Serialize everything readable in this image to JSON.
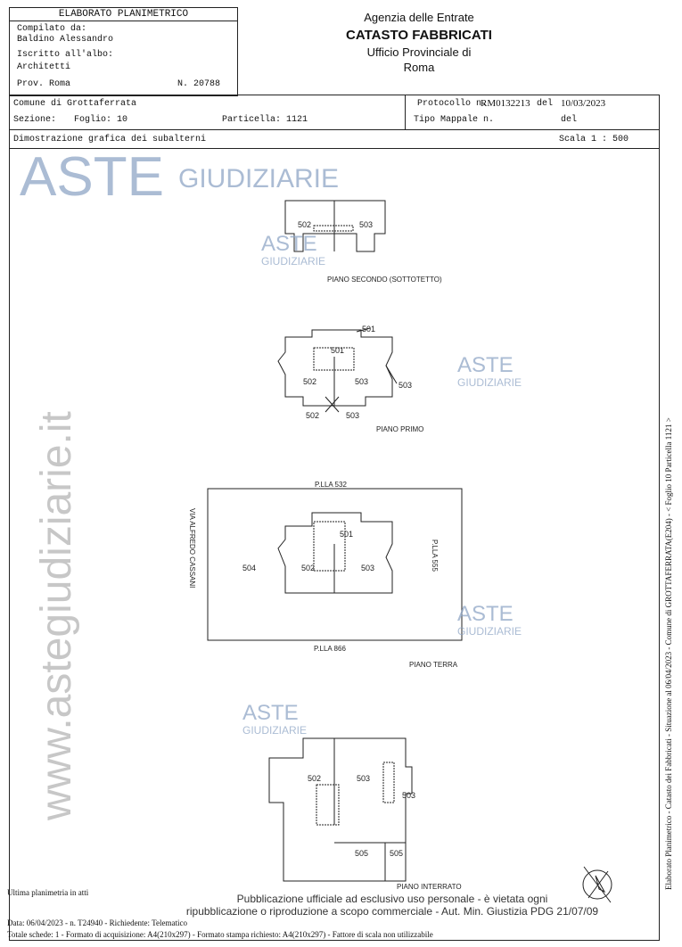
{
  "header": {
    "title": "ELABORATO PLANIMETRICO",
    "compilato_label": "Compilato da:",
    "compilato_name": "Baldino Alessandro",
    "albo_label": "Iscritto all'albo:",
    "albo_value": "Architetti",
    "prov": "Prov. Roma",
    "numero": "N. 20788",
    "agency": "Agenzia delle Entrate",
    "catasto": "CATASTO FABBRICATI",
    "ufficio": "Ufficio Provinciale di",
    "city": "Roma"
  },
  "info": {
    "comune": "Comune di Grottaferrata",
    "sezione": "Sezione:",
    "foglio": "Foglio: 10",
    "particella": "Particella: 1121",
    "protocollo_label": "Protocollo n.",
    "protocollo_value": "RM0132213",
    "del_label": "del",
    "protocollo_date": "10/03/2023",
    "tipo_mappale": "Tipo Mappale n.",
    "del_label2": "del",
    "dimostrazione": "Dimostrazione grafica dei subalterni",
    "scala": "Scala 1 : 500"
  },
  "plans": {
    "secondo": {
      "title": "PIANO SECONDO (SOTTOTETTO)",
      "a": "502",
      "b": "503"
    },
    "primo": {
      "title": "PIANO PRIMO",
      "s501": "501",
      "a": "502",
      "b": "503",
      "c": "503",
      "d": "502",
      "e": "503"
    },
    "terra": {
      "title": "PIANO TERRA",
      "north": "P.LLA 532",
      "south": "P.LLA 866",
      "east": "P.LLA 555",
      "street": "VIA ALFREDO CASSANI",
      "s504": "504",
      "s501": "501",
      "a": "502",
      "b": "503"
    },
    "interrato": {
      "title": "PIANO INTERRATO",
      "a": "502",
      "b": "503",
      "c": "503",
      "d": "505",
      "e": "505"
    }
  },
  "watermark": {
    "aste": "ASTE",
    "giudiziarie": "GIUDIZIARIE",
    "site": "www.astegiudiziarie.it"
  },
  "footer": {
    "ultima": "Ultima planimetria in atti",
    "data": "Data: 06/04/2023 - n. T24940 - Richiedente: Telematico",
    "totale": "Totale schede: 1 - Formato di acquisizione: A4(210x297) - Formato stampa richiesto: A4(210x297) - Fattore di scala non utilizzabile",
    "pub1": "Pubblicazione ufficiale ad esclusivo uso personale - è vietata ogni",
    "pub2": "ripubblicazione o riproduzione a scopo commerciale - Aut. Min. Giustizia PDG 21/07/09"
  },
  "side_text": "Elaborato Planimetrico - Catasto dei Fabbricati - Situazione al 06/04/2023 - Comune di GROTTAFERRATA(E204) - < Foglio 10 Particella 1121 >"
}
